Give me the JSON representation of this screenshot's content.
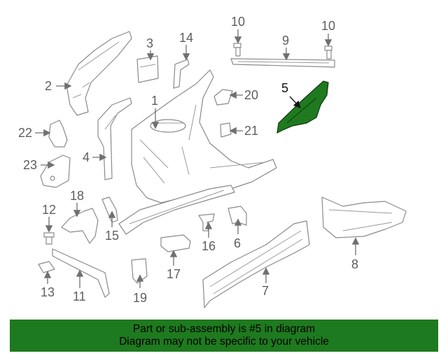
{
  "diagram": {
    "selected_part": "5",
    "highlight_color": "#1f7a1f",
    "callouts": [
      "1",
      "2",
      "3",
      "4",
      "5",
      "6",
      "7",
      "8",
      "9",
      "10",
      "10",
      "11",
      "12",
      "13",
      "14",
      "15",
      "16",
      "17",
      "18",
      "19",
      "20",
      "21",
      "22",
      "23"
    ]
  },
  "banner": {
    "line1": "Part or sub-assembly is #5 in diagram",
    "line2": "Diagram may not be specific to your vehicle",
    "background": "#1e7a1e"
  }
}
